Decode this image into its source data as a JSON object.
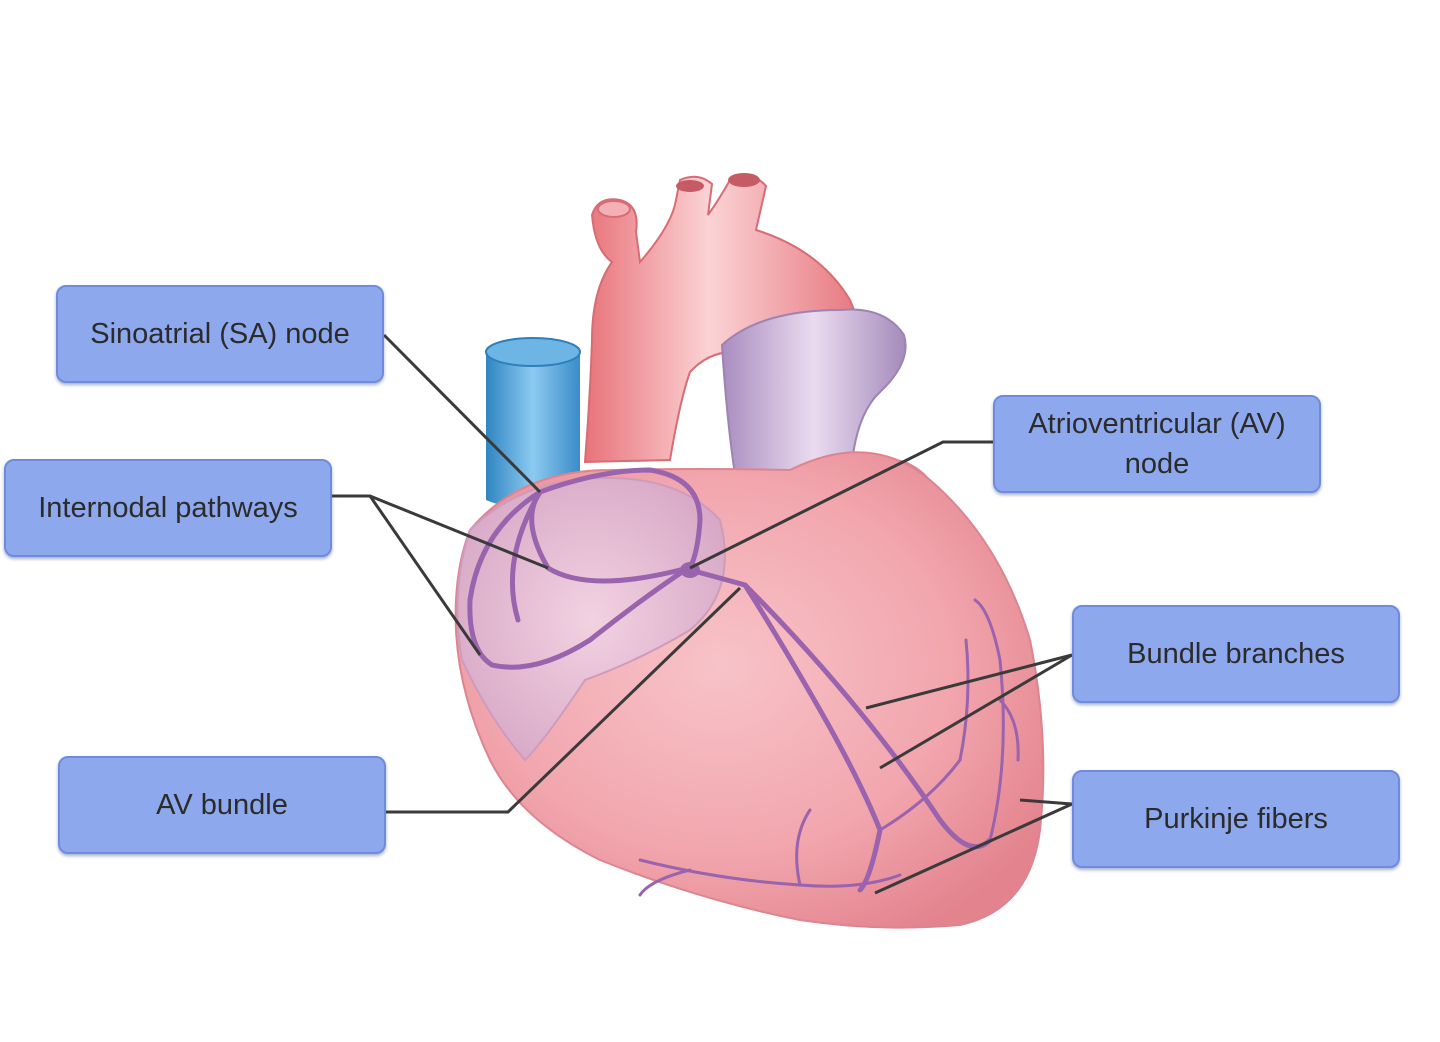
{
  "labels": {
    "sa_node": "Sinoatrial (SA) node",
    "internodal": "Internodal pathways",
    "av_bundle": "AV bundle",
    "av_node": "Atrioventricular (AV) node",
    "bundle_branches": "Bundle branches",
    "purkinje": "Purkinje fibers"
  },
  "colors": {
    "label_fill": "#8ea8ed",
    "label_border": "#6f8be0",
    "leader_line": "#3a3a3a",
    "heart_body": "#f2a9b0",
    "aorta": "#f08c90",
    "vena_cava": "#4f9fd6",
    "pulmonary_trunk": "#c9b2d6",
    "conduction_path": "#9a63ad"
  }
}
